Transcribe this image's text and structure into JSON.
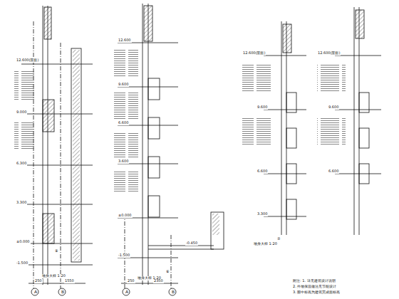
{
  "diagram": {
    "labels": [
      "12.600(屋面)",
      "9.000",
      "6.300",
      "3.300",
      "±0.000",
      "-1.500",
      "12.600",
      "9.600",
      "6.600",
      "3.600",
      "±0.000",
      "-1.500",
      "-0.450",
      "12.600(屋面)",
      "9.600",
      "6.600",
      "3.300",
      "12.600(屋面)",
      "9.600",
      "6.600",
      "A",
      "B",
      "A",
      "B",
      "⑤",
      "墙身大样 1:20",
      "⑥",
      "墙身大样 1:20",
      "⑦",
      "墙身大样 1:20",
      "250",
      "1550",
      "250",
      "2350",
      "附注: 1. 详见建筑设计说明",
      "2. 外墙保温做法见节能设计",
      "3. 图中标高为建筑完成面标高"
    ]
  }
}
